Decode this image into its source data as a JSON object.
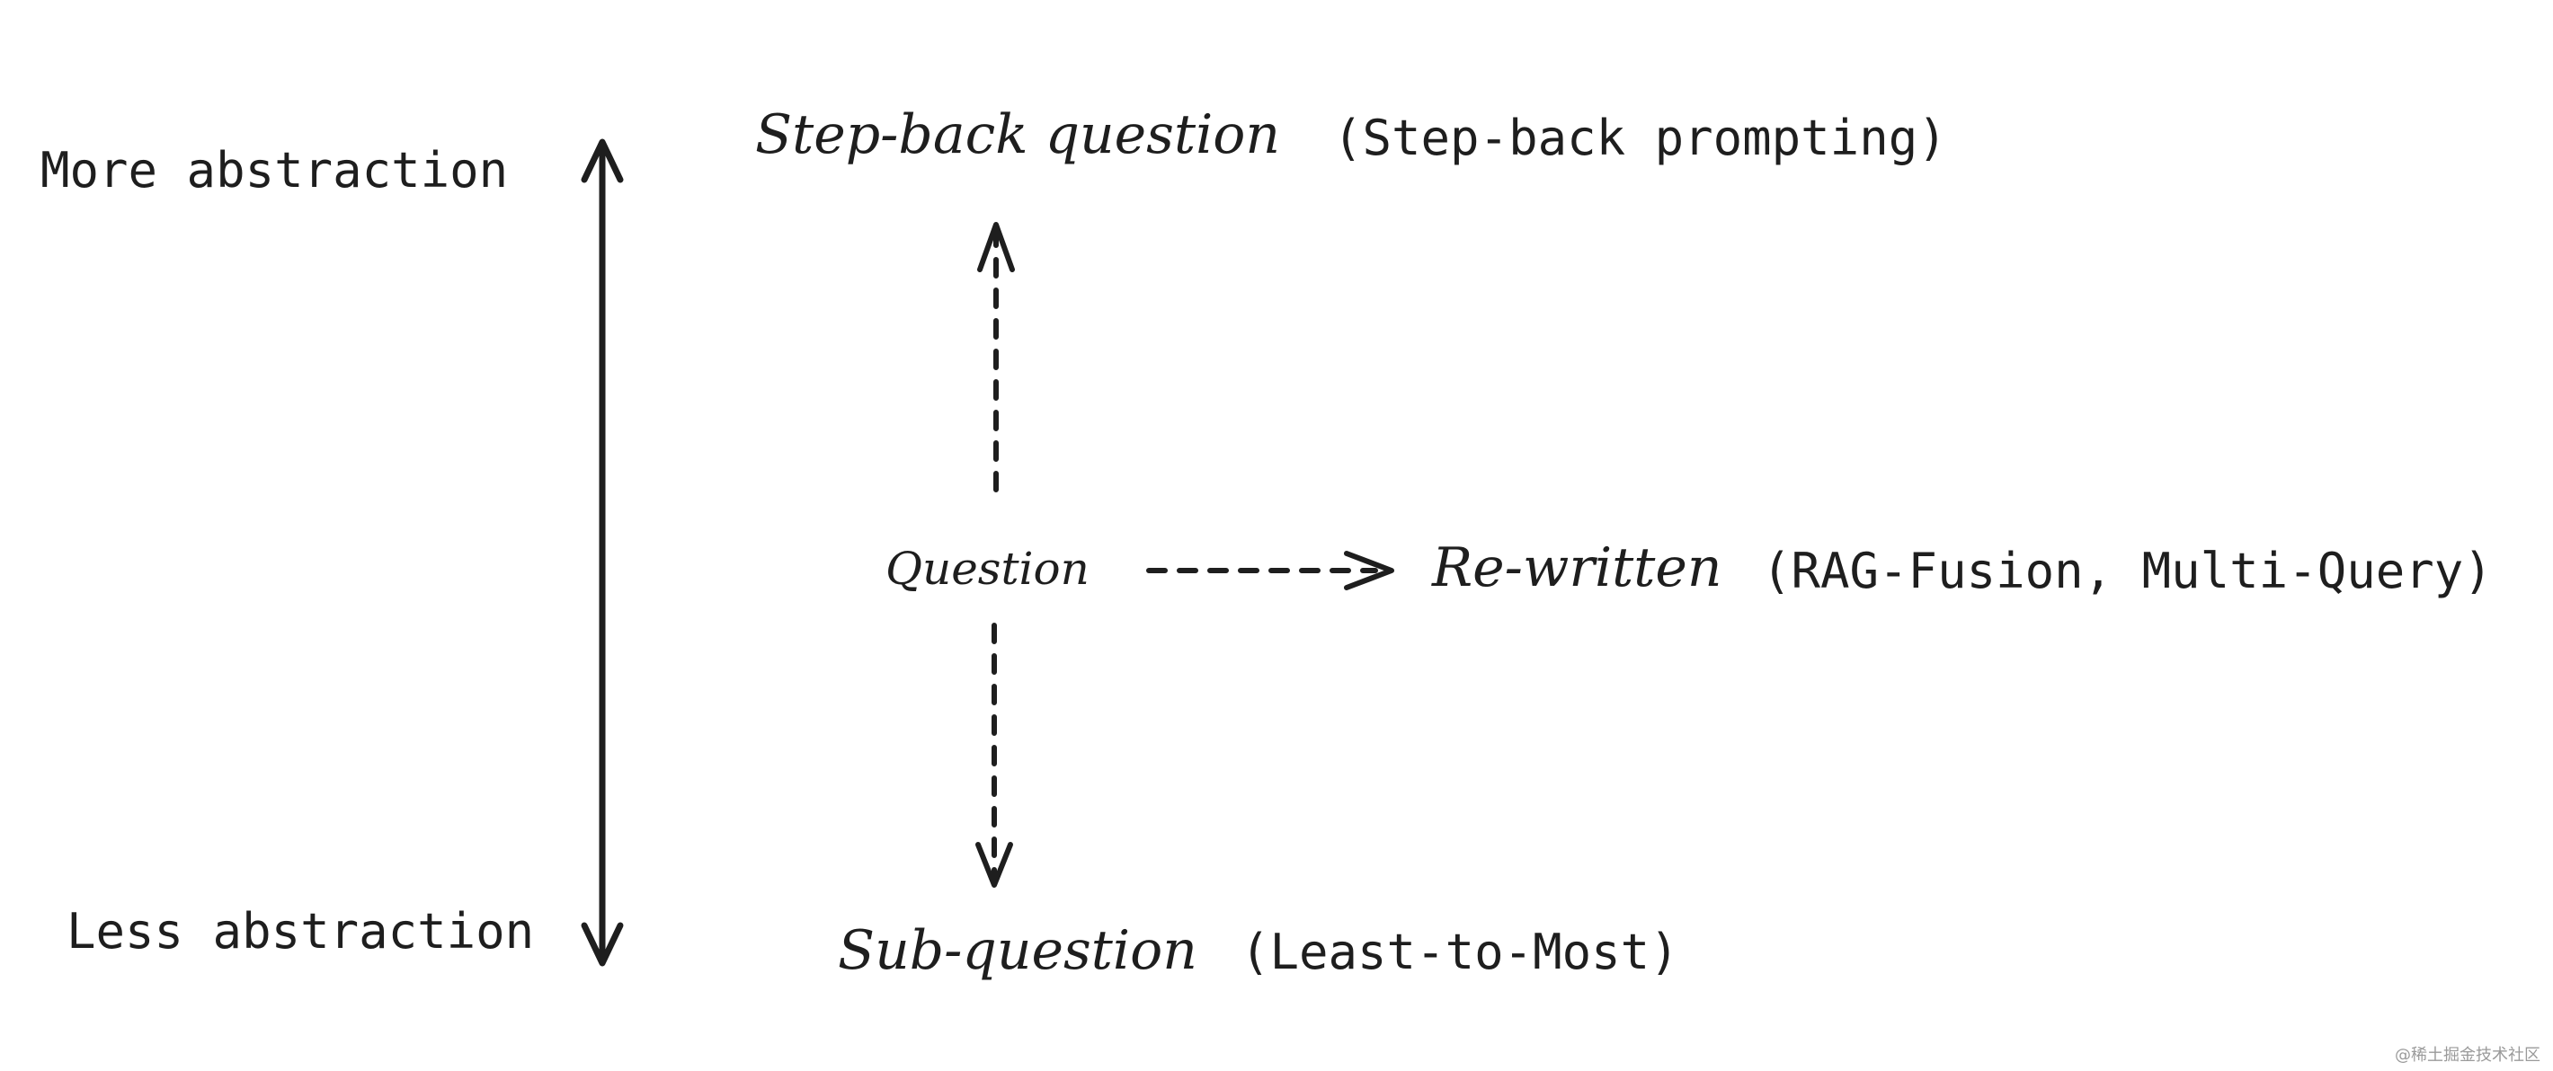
{
  "axis": {
    "top_label": "More abstraction",
    "bottom_label": "Less abstraction"
  },
  "nodes": {
    "step_back": {
      "title": "Step-back question",
      "detail": "(Step-back prompting)"
    },
    "question": {
      "title": "Question"
    },
    "rewritten": {
      "title": "Re-written",
      "detail": "(RAG-Fusion, Multi-Query)"
    },
    "sub_question": {
      "title": "Sub-question",
      "detail": "(Least-to-Most)"
    }
  },
  "watermark": "@稀土掘金技术社区",
  "colors": {
    "ink": "#1e1e1e",
    "background": "#ffffff",
    "watermark": "#9a9a9a"
  }
}
